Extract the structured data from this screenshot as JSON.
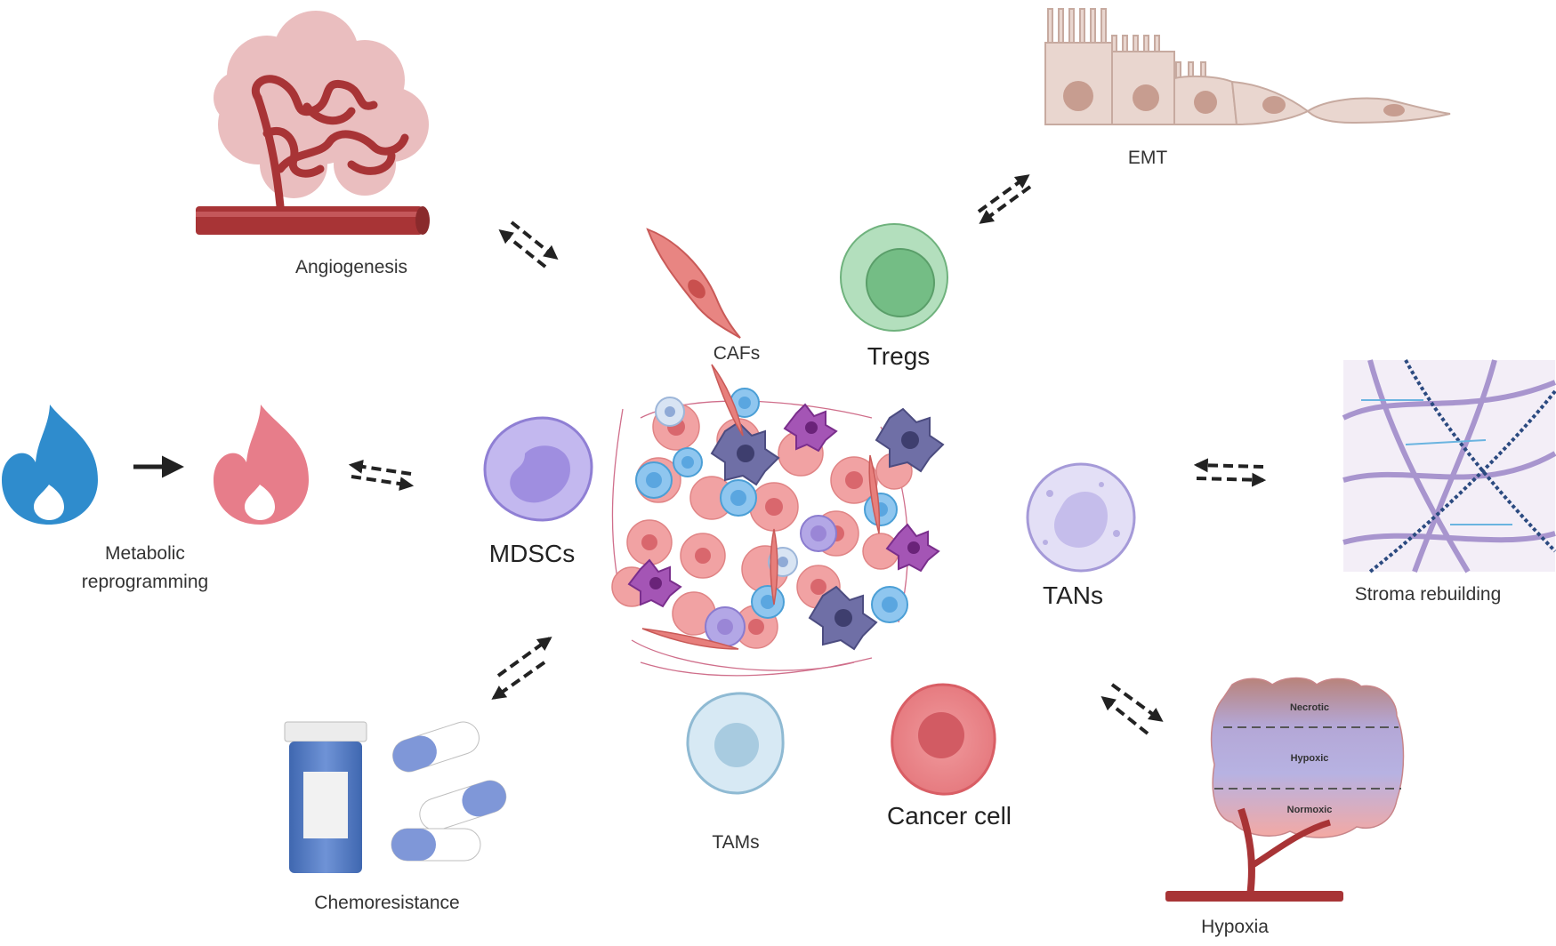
{
  "labels": {
    "angiogenesis": "Angiogenesis",
    "emt": "EMT",
    "cafs": "CAFs",
    "tregs": "Tregs",
    "metabolic_line1": "Metabolic",
    "metabolic_line2": "reprogramming",
    "mdscs": "MDSCs",
    "tans": "TANs",
    "stroma": "Stroma rebuilding",
    "chemoresistance": "Chemoresistance",
    "tams": "TAMs",
    "cancer_cell": "Cancer cell",
    "hypoxia": "Hypoxia"
  },
  "tumor_zones": [
    "Necrotic",
    "Hypoxic",
    "Normoxic"
  ],
  "icons": {
    "vessel": "blood-vessel-icon",
    "emt": "epithelial-mesenchymal-cells-icon",
    "flame_blue": "blue-flame-icon",
    "flame_red": "red-flame-icon",
    "pills": "pill-bottle-capsules-icon",
    "fibers": "stroma-fiber-network-icon",
    "tumor": "tumor-microenvironment-icon"
  },
  "colors": {
    "vessel": "#a83436",
    "caf": "#e77f7c",
    "treg": "#8cc79a",
    "mdsc": "#b0a3e6",
    "tan": "#d7d2f2",
    "tam": "#cfe5f2",
    "cancer": "#e98488",
    "flame_blue": "#2f8ccd",
    "flame_red": "#e77d8a",
    "arrow": "#222222"
  }
}
